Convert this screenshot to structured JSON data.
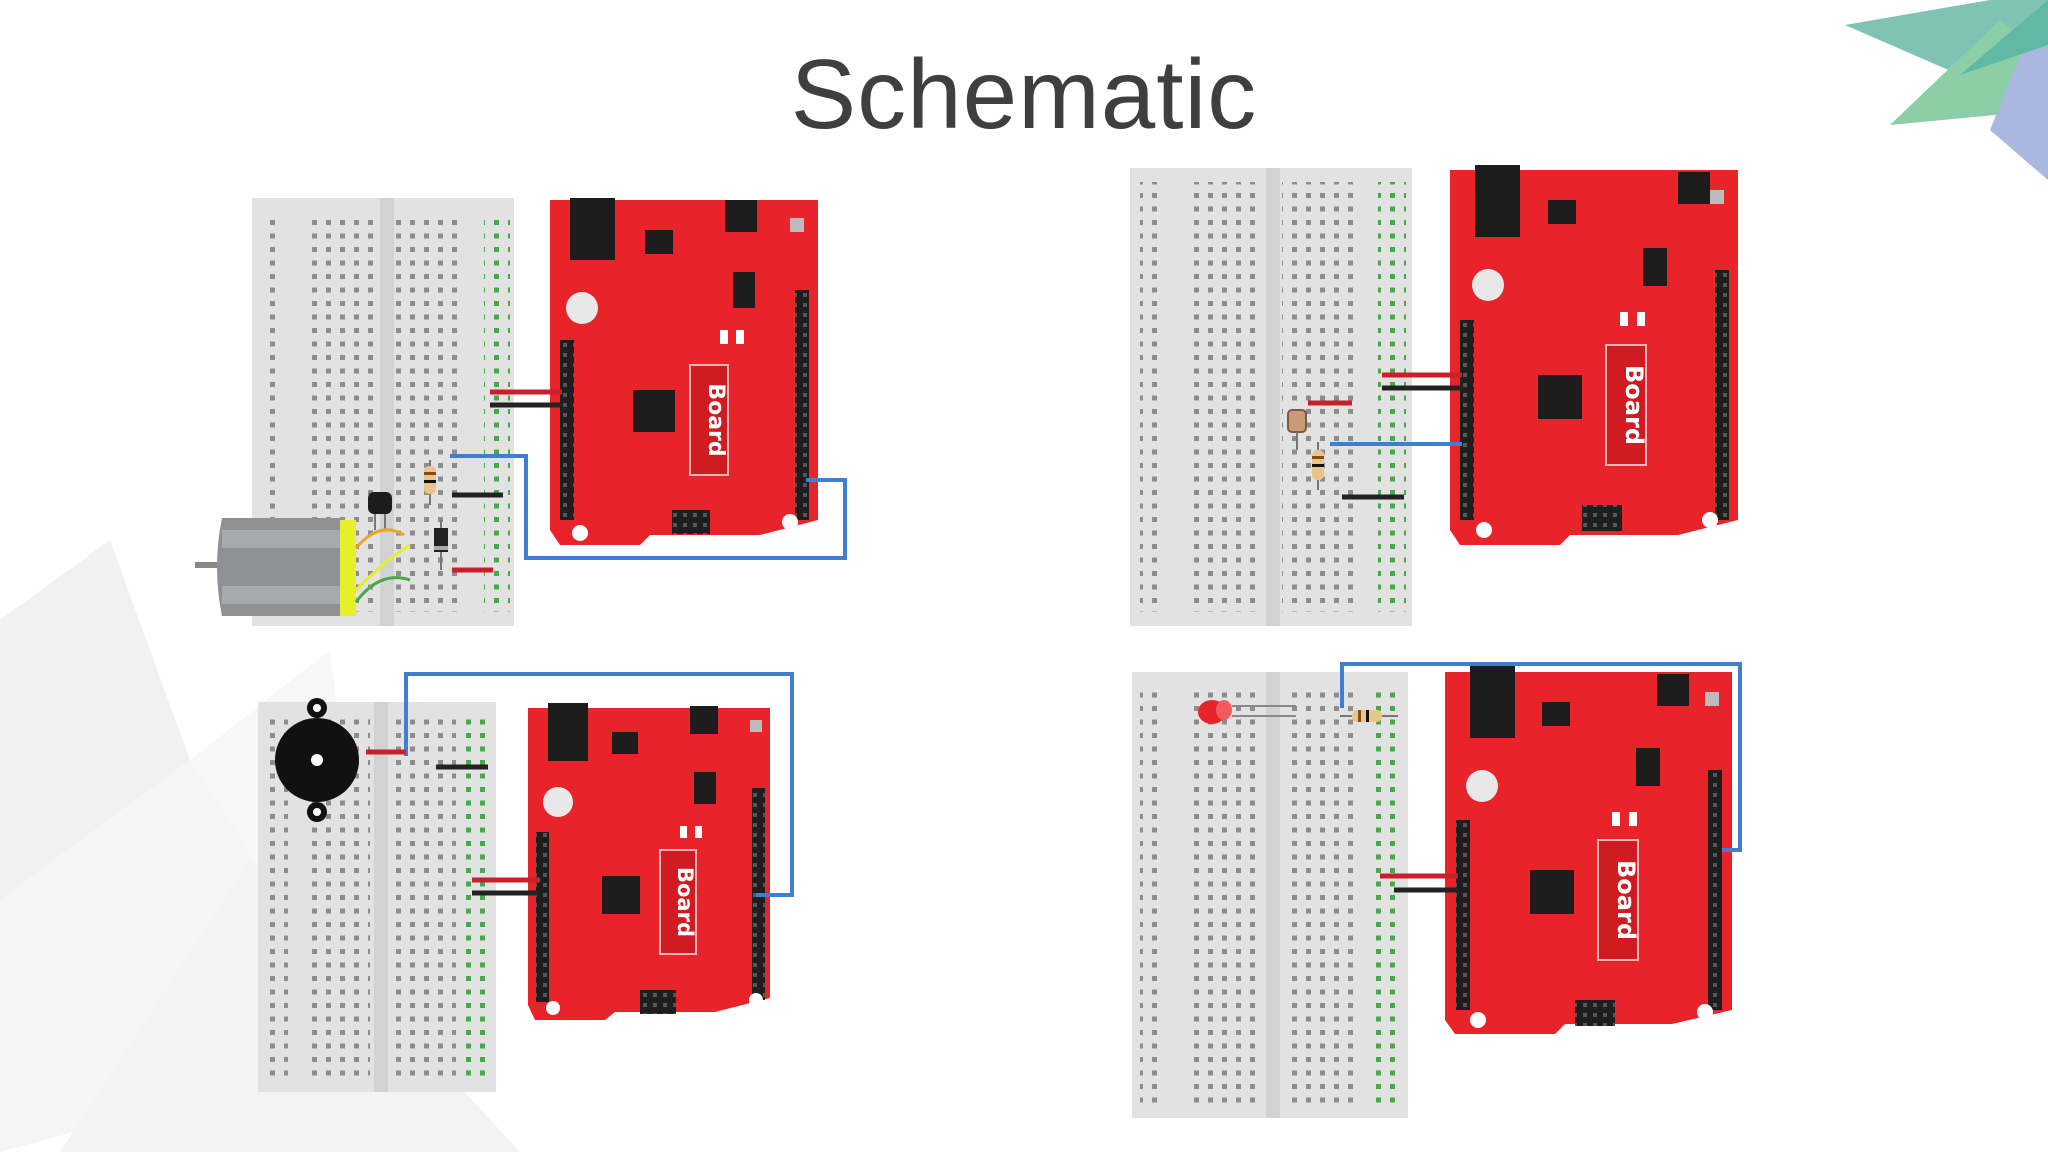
{
  "slide": {
    "title": "Schematic"
  },
  "colors": {
    "board_red": "#e8232a",
    "wire_blue": "#3f7fd0",
    "wire_red": "#c8202a",
    "wire_black": "#222222",
    "breadboard": "#e2e2e2",
    "motor_terminal": "#e6ef2a"
  },
  "circuits": [
    {
      "name": "dc-motor-circuit",
      "components": [
        "dc-motor",
        "transistor",
        "diode",
        "resistor",
        "breadboard",
        "redboard"
      ]
    },
    {
      "name": "photoresistor-circuit",
      "components": [
        "photoresistor",
        "resistor",
        "breadboard",
        "redboard"
      ]
    },
    {
      "name": "piezo-buzzer-circuit",
      "components": [
        "piezo-buzzer",
        "breadboard",
        "redboard"
      ]
    },
    {
      "name": "led-circuit",
      "components": [
        "led",
        "resistor",
        "breadboard",
        "redboard"
      ]
    }
  ],
  "icons": [
    "corner-decoration-icon",
    "watermark-icon"
  ]
}
